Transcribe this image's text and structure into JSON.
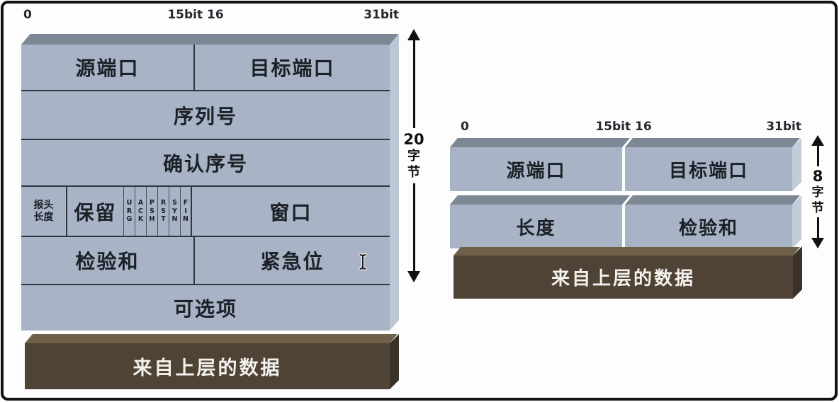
{
  "tcp_diagram": {
    "bit_labels": {
      "start": "0",
      "middle": "15bit 16",
      "end": "31bit"
    },
    "fields": {
      "source_port": "源端口",
      "dest_port": "目标端口",
      "sequence_number": "序列号",
      "ack_number": "确认序号",
      "header_length": [
        "报头",
        "长度"
      ],
      "reserved": "保留",
      "flags": [
        "URG",
        "ACK",
        "PSH",
        "RST",
        "SYN",
        "FIN"
      ],
      "window": "窗口",
      "checksum": "检验和",
      "urgent_pointer": "紧急位",
      "options": "可选项"
    },
    "data_block": "来自上层的数据",
    "size_label": [
      "20",
      "字",
      "节"
    ]
  },
  "udp_diagram": {
    "bit_labels": {
      "start": "0",
      "middle": "15bit 16",
      "end": "31bit"
    },
    "fields": {
      "source_port": "源端口",
      "dest_port": "目标端口",
      "length": "长度",
      "checksum": "检验和"
    },
    "data_block": "来自上层的数据",
    "size_label": [
      "8",
      "字",
      "节"
    ]
  },
  "icons": {
    "text_cursor": "i-beam-cursor"
  },
  "colors": {
    "slab_face": "#a9b3c6",
    "slab_bevel": "#7e8894",
    "slab_side": "#bdc7d4",
    "divider_line": "#31373f",
    "data_face": "#4f4335",
    "data_bevel": "#6f6149",
    "data_side": "#3a3226",
    "arrow": "#111111",
    "frame_border": "#121212",
    "background": "#ffffff"
  }
}
